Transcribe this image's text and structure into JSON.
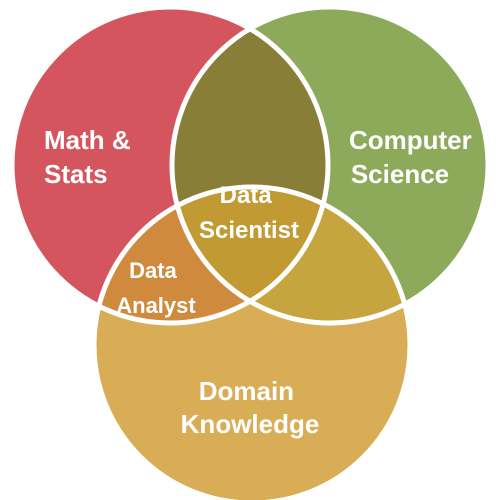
{
  "diagram": {
    "type": "venn",
    "sets": [
      {
        "id": "math",
        "label_lines": [
          "Math &",
          "Stats"
        ],
        "color": "#D5555E"
      },
      {
        "id": "cs",
        "label_lines": [
          "Computer",
          "Science"
        ],
        "color": "#8DAA5B"
      },
      {
        "id": "domain",
        "label_lines": [
          "Domain",
          "Knowledge"
        ],
        "color": "#D8AD55"
      }
    ],
    "intersections": [
      {
        "sets": [
          "math",
          "cs"
        ],
        "label_lines": [],
        "color": "#887E38"
      },
      {
        "sets": [
          "math",
          "domain"
        ],
        "label_lines": [
          "Data",
          "Analyst"
        ],
        "color": "#D08A3E"
      },
      {
        "sets": [
          "cs",
          "domain"
        ],
        "label_lines": [],
        "color": "#C7A53E"
      },
      {
        "sets": [
          "math",
          "cs",
          "domain"
        ],
        "label_lines": [
          "Data",
          "Scientist"
        ],
        "color": "#C29A33"
      }
    ],
    "outline_color": "#ffffff"
  }
}
